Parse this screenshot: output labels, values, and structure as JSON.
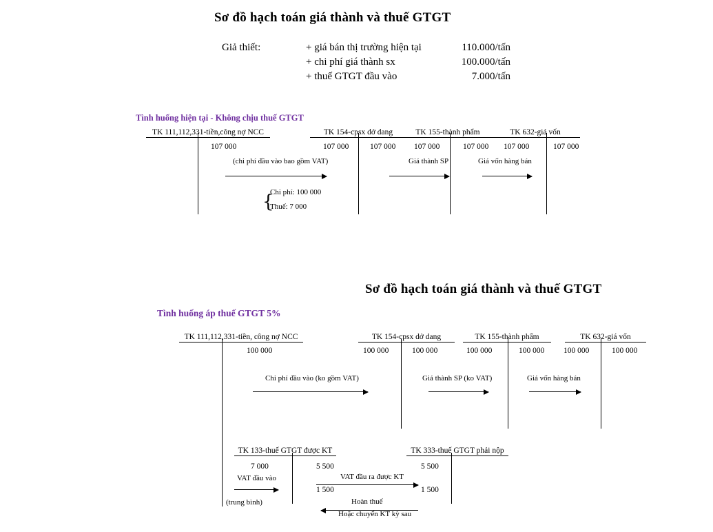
{
  "document": {
    "title_top": "Sơ đồ hạch toán giá thành và thuế GTGT",
    "title_bottom": "Sơ đồ hạch toán giá thành và thuế GTGT"
  },
  "assumptions": {
    "label": "Giả thiết:",
    "items": [
      {
        "text": "+ giá bán thị trường hiện tại",
        "amount": "110.000/tấn"
      },
      {
        "text": "+ chi phí giá thành sx",
        "amount": "100.000/tấn"
      },
      {
        "text": "+ thuế GTGT đầu vào",
        "amount": "7.000/tấn"
      }
    ]
  },
  "colors": {
    "scenario_heading": "#7030A0",
    "line": "#000000",
    "background": "#FFFFFF"
  },
  "diagram1": {
    "scenario": "Tình huống hiện tại - Không chịu thuế GTGT",
    "accounts": [
      {
        "name": "TK 111,112,331-tiền,công nợ NCC",
        "debit": "",
        "credit": "107 000"
      },
      {
        "name": "TK 154-cpsx dở dang",
        "debit": "107 000",
        "credit": "107 000"
      },
      {
        "name": "TK 155-thành phẩm",
        "debit": "107 000",
        "credit": "107 000"
      },
      {
        "name": "TK 632-giá vốn",
        "debit": "107 000",
        "credit": "107 000"
      }
    ],
    "flows": [
      {
        "label": "(chi phí đầu vào bao gồm VAT)"
      },
      {
        "label": "Giá thành SP"
      },
      {
        "label": "Giá vốn hàng bán"
      }
    ],
    "breakdown": {
      "cost": "Chi phí: 100 000",
      "tax": "Thuế: 7 000"
    }
  },
  "diagram2": {
    "scenario": "Tình huống áp thuế GTGT 5%",
    "accounts": [
      {
        "name": "TK 111,112,331-tiền, công nợ NCC",
        "debit": "",
        "credit": "100 000"
      },
      {
        "name": "TK 154-cpsx dở dang",
        "debit": "100 000",
        "credit": "100 000"
      },
      {
        "name": "TK 155-thành phẩm",
        "debit": "100 000",
        "credit": "100 000"
      },
      {
        "name": "TK 632-giá vốn",
        "debit": "100 000",
        "credit": "100 000"
      }
    ],
    "flows": [
      {
        "label": "Chi phí đầu vào (ko gồm VAT)"
      },
      {
        "label": "Giá thành SP (ko VAT)"
      },
      {
        "label": "Giá vốn hàng bán"
      }
    ],
    "vat_accounts": [
      {
        "name": "TK 133-thuế GTGT được KT",
        "debit_top": "7 000",
        "credit_top": "5 500",
        "credit_bottom": "1 500",
        "note_flow": "VAT đầu vào",
        "note_bottom": "(trung bình)"
      },
      {
        "name": "TK 333-thuế GTGT phải nộp",
        "debit_top": "5 500",
        "debit_bottom": "1 500"
      }
    ],
    "vat_flows": [
      {
        "label": "VAT đầu ra được KT"
      },
      {
        "label_top": "Hoàn thuế",
        "label_bottom": "Hoặc chuyển KT kỳ sau"
      }
    ]
  }
}
